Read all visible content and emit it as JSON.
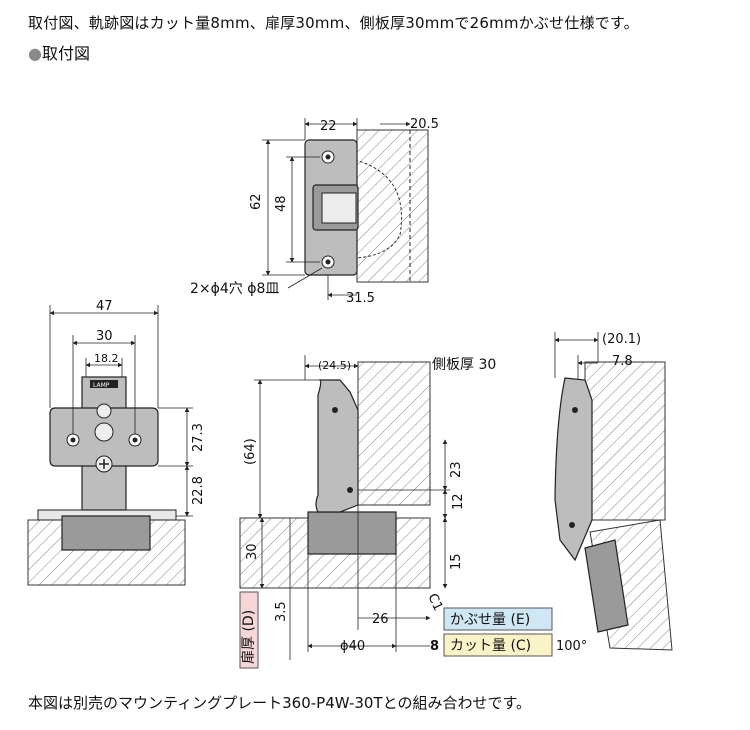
{
  "header": {
    "description": "取付図、軌跡図はカット量8mm、扉厚30mm、側板厚30mmで26mmかぶせ仕様です。",
    "section_title": "取付図",
    "section_bullet": "●"
  },
  "footer": {
    "note": "本図は別売のマウンティングプレート360-P4W-30Tとの組み合わせです。"
  },
  "top_view": {
    "dim_width": "22",
    "dim_offset": "20.5",
    "dim_height_outer": "62",
    "dim_height_inner": "48",
    "dim_bottom": "31.5",
    "hole_label": "2×ϕ4穴 ϕ8皿"
  },
  "front_view": {
    "dim_width": "47",
    "dim_inner": "30",
    "dim_center": "18.2",
    "dim_upper": "27.3",
    "dim_lower": "22.8",
    "brand": "LAMP"
  },
  "side_view": {
    "dim_top": "(24.5)",
    "panel_label": "側板厚 30",
    "dim_height": "(64)",
    "dim_23": "23",
    "dim_12": "12",
    "dim_door": "30",
    "dim_15": "15",
    "dim_35": "3.5",
    "dim_26": "26",
    "dim_40": "ϕ40",
    "dim_8": "8",
    "chamfer": "C1",
    "door_label": "扉厚 (D)",
    "overlay_label": "かぶせ量 (E)",
    "cut_label": "カット量 (C)"
  },
  "open_view": {
    "dim_outer": "(20.1)",
    "dim_inner": "7.8",
    "angle": "100°"
  },
  "colors": {
    "overlay_bg": "#cfe6f5",
    "cut_bg": "#fbf3c8",
    "door_bg": "#f6d6d6",
    "part_fill": "#bdbdbd"
  }
}
